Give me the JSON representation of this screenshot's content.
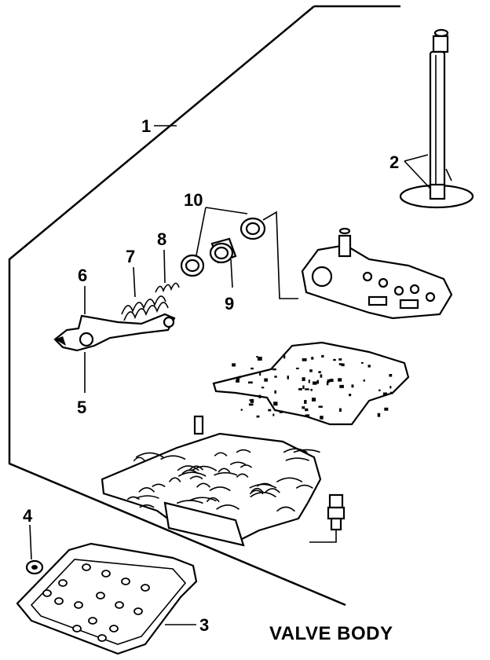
{
  "title": "VALVE BODY",
  "callouts": {
    "c1": "1",
    "c2": "2",
    "c3": "3",
    "c4": "4",
    "c5": "5",
    "c6": "6",
    "c7": "7",
    "c8": "8",
    "c9": "9",
    "c10": "10"
  },
  "colors": {
    "ink": "#000000",
    "paper": "#ffffff"
  }
}
